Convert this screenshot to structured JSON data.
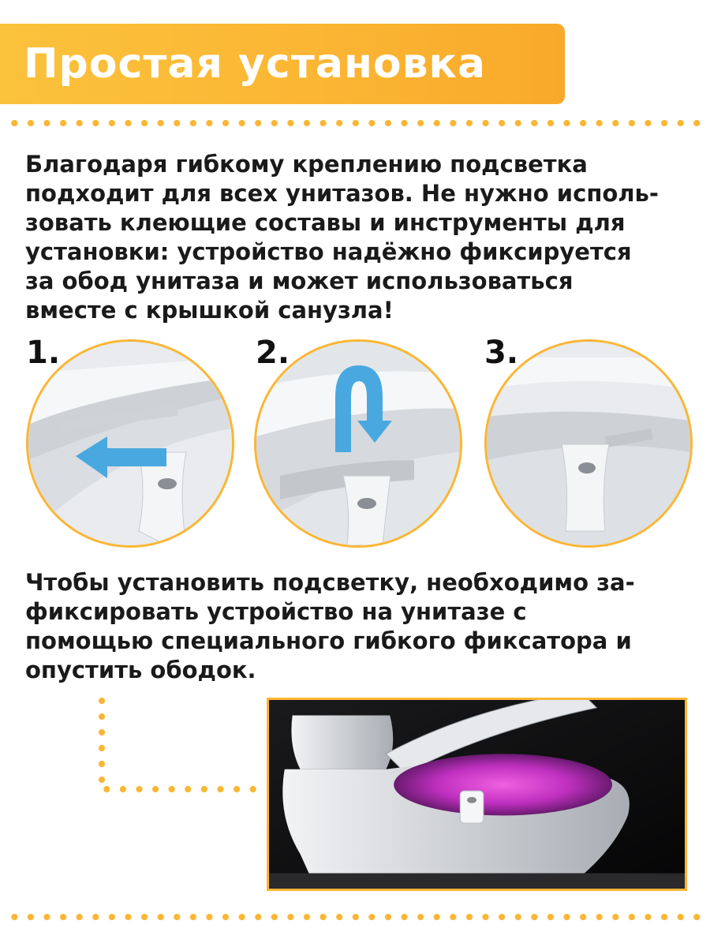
{
  "header": {
    "title": "Простая установка"
  },
  "intro": {
    "lines": [
      "Благодаря гибкому креплению подсветка",
      "подходит для всех унитазов. Не нужно исполь-",
      "зовать клеющие составы и инструменты для",
      "установки: устройство надёжно фиксируется",
      "за обод унитаза и может использоваться",
      "вместе с крышкой санузла!"
    ]
  },
  "steps": [
    {
      "number": "1."
    },
    {
      "number": "2."
    },
    {
      "number": "3."
    }
  ],
  "instructions": {
    "lines": [
      "Чтобы установить подсветку, необходимо за-",
      "фиксировать устройство на унитазе с",
      "помощью специального гибкого фиксатора и",
      "опустить ободок."
    ]
  },
  "colors": {
    "accent": "#fbb634",
    "title_text": "#ffffff",
    "arrow": "#4aa8e0",
    "glow": "#e040d0"
  },
  "icons": [
    "left-arrow-icon",
    "u-turn-arrow-icon"
  ]
}
